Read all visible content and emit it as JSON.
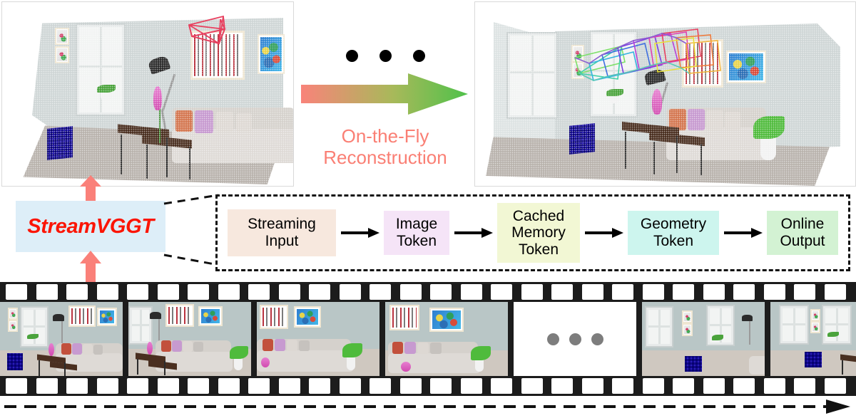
{
  "figure": {
    "title": "StreamVGGT on-the-fly reconstruction overview",
    "accent_red": "#fb1505",
    "accent_salmon": "#fa7f74",
    "accent_green": "#4fc14a",
    "box_blue": "#ddeef8"
  },
  "panels": {
    "left": {
      "name": "partial-reconstruction",
      "caption": "",
      "camera_frustum_color": "#e8405f",
      "frustum_count": 1
    },
    "right": {
      "name": "full-reconstruction",
      "caption": "",
      "frustum_colors": [
        "#7ee06a",
        "#3fd0a8",
        "#35b4e0",
        "#3f6fe0",
        "#7a3fe0",
        "#b83fd8",
        "#e03fb0",
        "#e8405f",
        "#f07a3a",
        "#f0b43a",
        "#e8e03a"
      ],
      "frustum_count": 11
    }
  },
  "center": {
    "ellipsis_dots": 3,
    "arrow_label_line1": "On-the-Fly",
    "arrow_label_line2": "Reconstruction",
    "arrow_gradient_from": "#f9837a",
    "arrow_gradient_to": "#4fc14a"
  },
  "model": {
    "label": "StreamVGGT",
    "box_color": "#ddeef8",
    "text_color": "#fb1505",
    "arrow_up_top": "arrow-up-icon",
    "arrow_up_bottom": "arrow-up-icon"
  },
  "pipeline": {
    "border_style": "dashed",
    "steps": [
      {
        "label": "Streaming\nInput",
        "line1": "Streaming",
        "line2": "Input",
        "line3": "",
        "color": "#f7e8de"
      },
      {
        "label": "Image\nToken",
        "line1": "Image",
        "line2": "Token",
        "line3": "",
        "color": "#f5e4f7"
      },
      {
        "label": "Cached\nMemory\nToken",
        "line1": "Cached",
        "line2": "Memory",
        "line3": "Token",
        "color": "#f2f7d4"
      },
      {
        "label": "Geometry\nToken",
        "line1": "Geometry",
        "line2": "Token",
        "line3": "",
        "color": "#cdf5ee"
      },
      {
        "label": "Online\nOutput",
        "line1": "Online",
        "line2": "Output",
        "line3": "",
        "color": "#d3f2d3"
      }
    ],
    "connector_arrows": 4
  },
  "filmstrip": {
    "frame_count": 7,
    "blank_frame_index": 4,
    "blank_frame_dots": 3,
    "perforation_count": 28,
    "background": "#1c1c1c",
    "timeline_arrow": "dashed-arrow-right-icon"
  }
}
